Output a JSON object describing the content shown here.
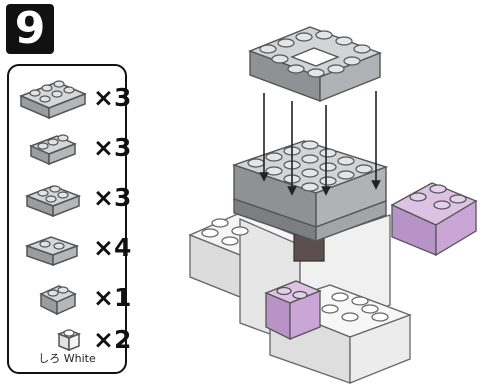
{
  "step": {
    "number": "9"
  },
  "parts": [
    {
      "icon": "gray-brick-2x3-icon",
      "qty": "×3",
      "color": "#b9bbbd"
    },
    {
      "icon": "gray-brick-1x3-icon",
      "qty": "×3",
      "color": "#b9bbbd"
    },
    {
      "icon": "gray-brick-2x2-icon",
      "qty": "×3",
      "color": "#b9bbbd"
    },
    {
      "icon": "gray-brick-1x2-icon",
      "qty": "×4",
      "color": "#b9bbbd"
    },
    {
      "icon": "gray-brick-1x1-long-icon",
      "qty": "×1",
      "color": "#b9bbbd"
    },
    {
      "icon": "white-brick-1x1-icon",
      "qty": "×2",
      "color": "#f0f0f0"
    }
  ],
  "color_note": "しろ White",
  "palette": {
    "gray": "#c2c4c6",
    "gray_dark": "#8c8e91",
    "white": "#f1f1f1",
    "pink": "#c9a6d6",
    "outline": "#555555"
  }
}
